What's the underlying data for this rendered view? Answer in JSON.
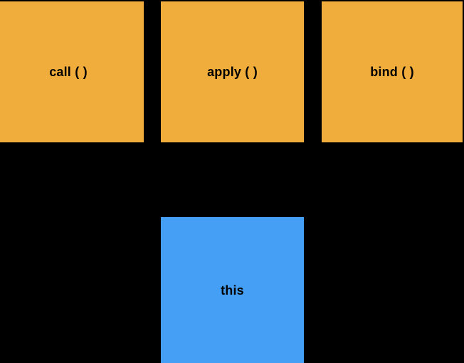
{
  "diagram": {
    "background_color": "#000000",
    "palette": {
      "method_box": "#F0AD3C",
      "context_box": "#45A0F5",
      "text": "#000000"
    },
    "method_boxes": [
      {
        "id": "call",
        "label": "call ( )"
      },
      {
        "id": "apply",
        "label": "apply ( )"
      },
      {
        "id": "bind",
        "label": "bind ( )"
      }
    ],
    "context_box": {
      "id": "this",
      "label": "this"
    }
  }
}
